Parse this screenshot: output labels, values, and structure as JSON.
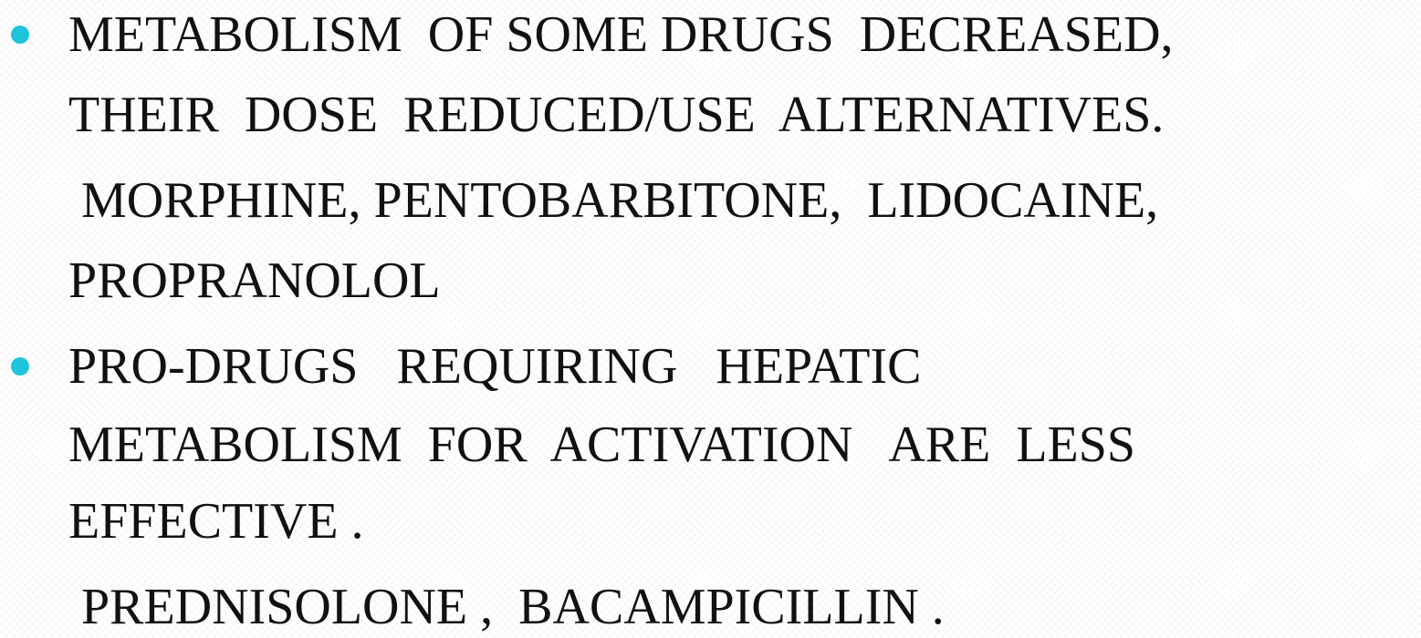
{
  "slide": {
    "bullets": [
      {
        "lines": [
          "METABOLISM  OF SOME DRUGS  DECREASED,",
          "THEIR  DOSE  REDUCED/USE  ALTERNATIVES."
        ],
        "examples": [
          " MORPHINE, PENTOBARBITONE,  LIDOCAINE,",
          "PROPRANOLOL"
        ]
      },
      {
        "lines": [
          "PRO-DRUGS   REQUIRING   HEPATIC",
          "METABOLISM  FOR  ACTIVATION   ARE  LESS",
          "EFFECTIVE ."
        ],
        "examples": [
          " PREDNISOLONE ,  BACAMPICILLIN ."
        ]
      }
    ],
    "bullet_color": "#1ec4db"
  }
}
